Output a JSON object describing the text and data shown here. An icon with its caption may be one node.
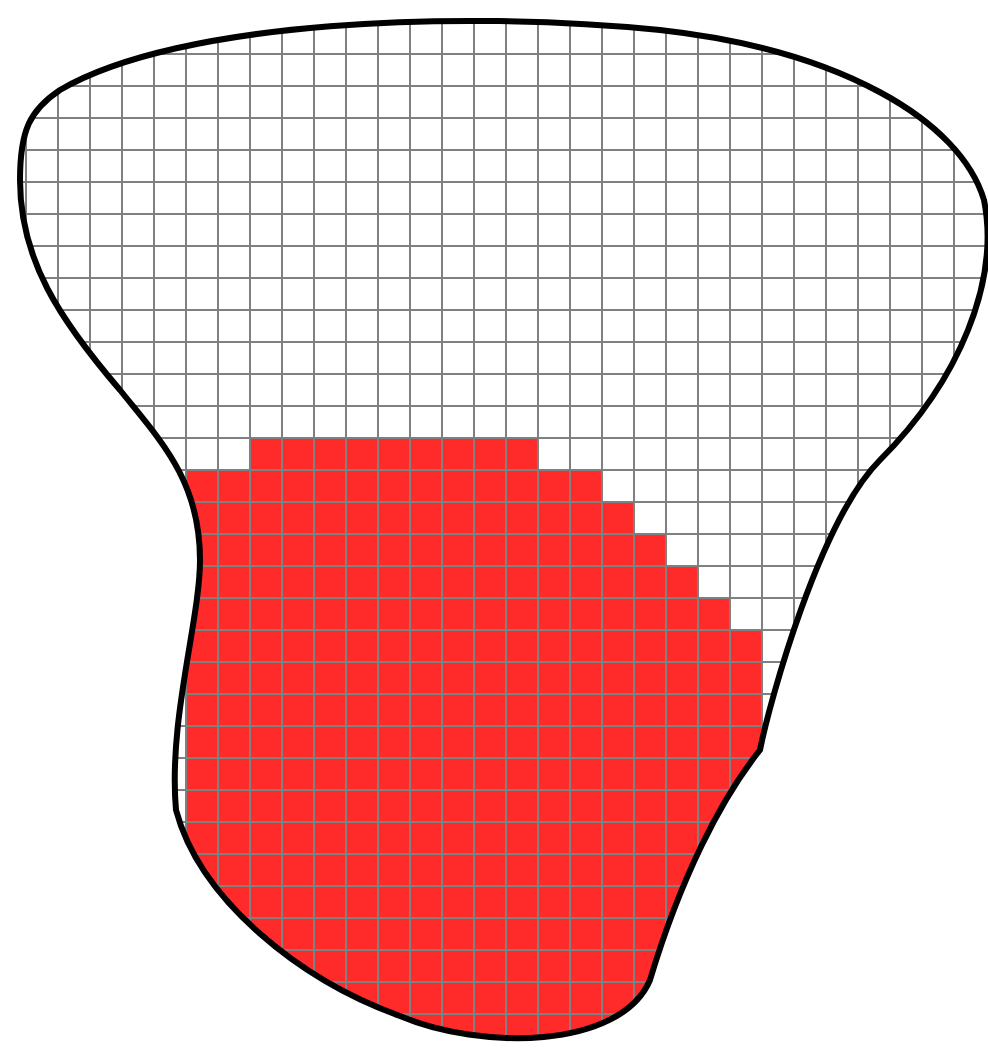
{
  "diagram": {
    "nodes": [
      {
        "text": [],
        "shape": "blob"
      },
      {
        "text": [],
        "shape": "region",
        "in": 0
      }
    ]
  }
}
